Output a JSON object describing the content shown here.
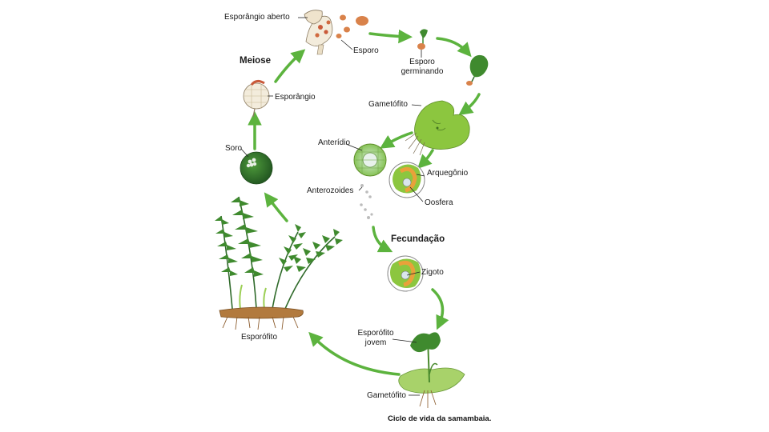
{
  "labels": {
    "esporangio_aberto": "Esporângio aberto",
    "esporo": "Esporo",
    "esporo_germinando_1": "Esporo",
    "esporo_germinando_2": "germinando",
    "meiose": "Meiose",
    "esporangio": "Esporângio",
    "gametofito_top": "Gametófito",
    "soro": "Soro",
    "anteridio": "Anterídio",
    "arquegonio": "Arquegônio",
    "anterozoides": "Anterozoides",
    "oosfera": "Oosfera",
    "fecundacao": "Fecundação",
    "zigoto": "Zigoto",
    "esporofito": "Esporófito",
    "esporofito_jovem_1": "Esporófito",
    "esporofito_jovem_2": "jovem",
    "gametofito_bottom": "Gametófito"
  },
  "caption": "Ciclo de vida da samambaia.",
  "colors": {
    "arrow": "#5cb33e",
    "leaf_dark": "#3f8a2e",
    "leaf_light": "#9ccf55",
    "gametophyte": "#8cc63f",
    "sorus": "#2f6a2a",
    "sporangium": "#f1ead8",
    "spore": "#d9824a",
    "root": "#8a5a2b"
  }
}
